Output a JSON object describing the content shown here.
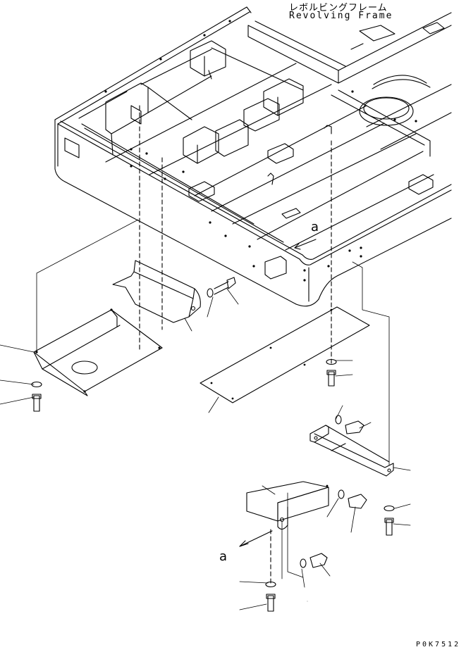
{
  "header": {
    "title_jp": "レボルビングフレーム",
    "title_en": "Revolving Frame"
  },
  "callouts": {
    "view_mark_upper": "a",
    "view_mark_lower": "a"
  },
  "footer": {
    "drawing_code": "P0K7512"
  },
  "style": {
    "line_color": "#000000",
    "background": "#ffffff"
  }
}
